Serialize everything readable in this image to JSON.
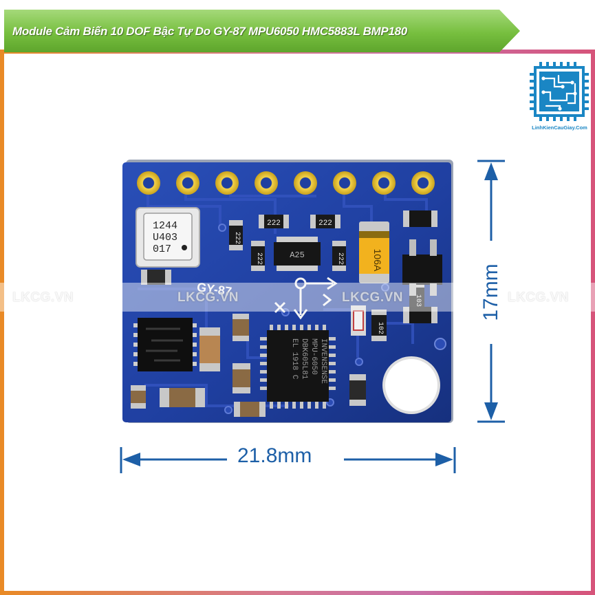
{
  "banner": {
    "title": "Module Cảm Biến 10 DOF Bậc Tự Do GY-87 MPU6050 HMC5883L BMP180"
  },
  "logo": {
    "name": "circuit-logo-icon",
    "caption": "LinhKienCauGiay.Com"
  },
  "watermarks": [
    "LKCG.VN",
    "LKCG.VN",
    "LKCG.VN",
    "LKCG.VN"
  ],
  "board": {
    "silkscreen_label": "GY-87",
    "pressure_sensor_marking": [
      "1244",
      "U403",
      "017"
    ],
    "imu_marking": [
      "INVENSENSE",
      "MPU-6050",
      "DBK605L81",
      "EL 1918 C"
    ],
    "regulator_marking": "106A",
    "ldo_marking": "A25",
    "resistor_values": [
      "222",
      "222",
      "222",
      "222",
      "222",
      "102",
      "103"
    ],
    "pin_count": 8
  },
  "dimensions": {
    "width_label": "21.8mm",
    "height_label": "17mm"
  },
  "colors": {
    "frame_gradient_start": "#e98a25",
    "frame_gradient_end": "#d6547a",
    "banner_green": "#77bf3f",
    "pcb_blue": "#1f3fa0",
    "dimension_blue": "#1d5fa7",
    "logo_blue": "#1a86c4"
  }
}
